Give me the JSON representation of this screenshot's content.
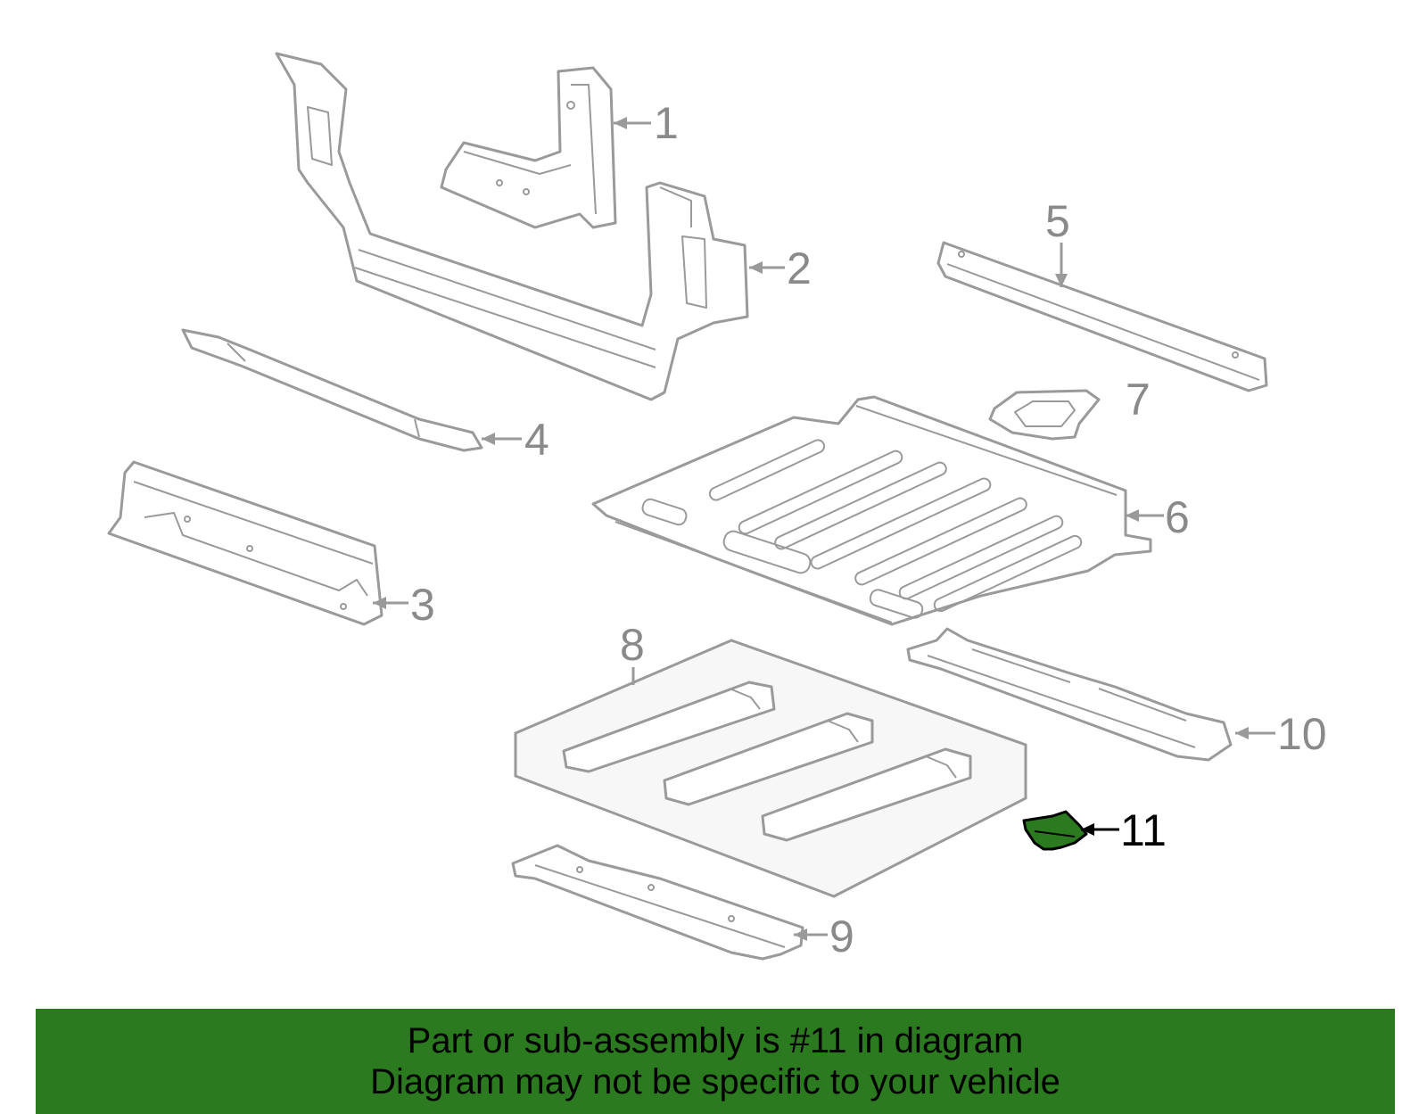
{
  "callouts": {
    "c1": "1",
    "c2": "2",
    "c3": "3",
    "c4": "4",
    "c5": "5",
    "c6": "6",
    "c7": "7",
    "c8": "8",
    "c9": "9",
    "c10": "10",
    "c11": "11"
  },
  "highlighted_part": "11",
  "colors": {
    "highlight": "#2c7a1f",
    "linework": "#9a9a9a",
    "banner_text": "#000000"
  },
  "banner": {
    "line1": "Part or sub-assembly is #11 in diagram",
    "line2": "Diagram may not be specific to your vehicle"
  }
}
